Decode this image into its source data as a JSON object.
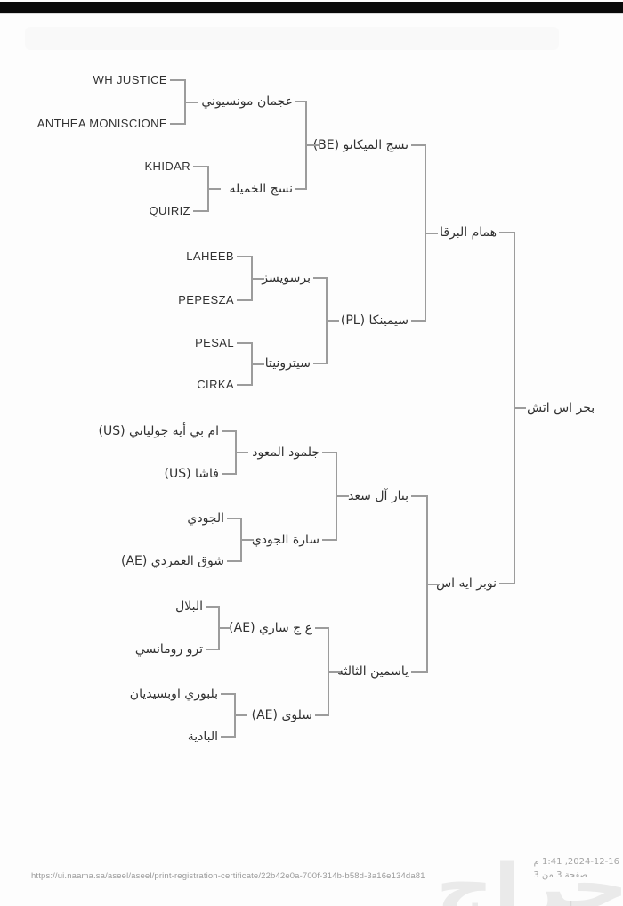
{
  "pedigree": {
    "subject": "بحر اس اتش",
    "gen1": [
      {
        "role": "sire",
        "label": "همام البرقا"
      },
      {
        "role": "dam",
        "label": "نوبر ايه اس"
      }
    ],
    "gen2": [
      {
        "label": "نسج الميكاتو (BE)"
      },
      {
        "label": "سيمينكا (PL)"
      },
      {
        "label": "بتار آل سعد"
      },
      {
        "label": "ياسمين الثالثه"
      }
    ],
    "gen3": [
      {
        "label": "عجمان مونسيوني"
      },
      {
        "label": "نسج الخميله"
      },
      {
        "label": "برسويسز"
      },
      {
        "label": "سيترونيتا"
      },
      {
        "label": "جلمود المعود"
      },
      {
        "label": "سارة الجودي"
      },
      {
        "label": "ع ج ساري (AE)"
      },
      {
        "label": "سلوى (AE)"
      }
    ],
    "gen4": [
      {
        "label": "WH JUSTICE"
      },
      {
        "label": "ANTHEA MONISCIONE"
      },
      {
        "label": "KHIDAR"
      },
      {
        "label": "QUIRIZ"
      },
      {
        "label": "LAHEEB"
      },
      {
        "label": "PEPESZA"
      },
      {
        "label": "PESAL"
      },
      {
        "label": "CIRKA"
      },
      {
        "label": "ام بي أيه جولياني (US)"
      },
      {
        "label": "فاشا (US)"
      },
      {
        "label": "الجودي"
      },
      {
        "label": "شوق العمردي (AE)"
      },
      {
        "label": "البلال"
      },
      {
        "label": "ترو رومانسي"
      },
      {
        "label": "بلبوري اوبسيديان"
      },
      {
        "label": "البادية"
      }
    ]
  },
  "footer": {
    "url": "https://ui.naama.sa/aseel/aseel/print-registration-certificate/22b42e0a-700f-314b-b58d-3a16e134da81",
    "printed_at": "2024-12-16, 1:41 م",
    "page_info": "صفحة 3 من 3"
  },
  "watermark": {
    "text": "حراج"
  },
  "colors": {
    "line": "#9c9c9c",
    "text": "#313131",
    "footer_text": "#a4a4a4",
    "topbar": "#0a0a0a"
  }
}
